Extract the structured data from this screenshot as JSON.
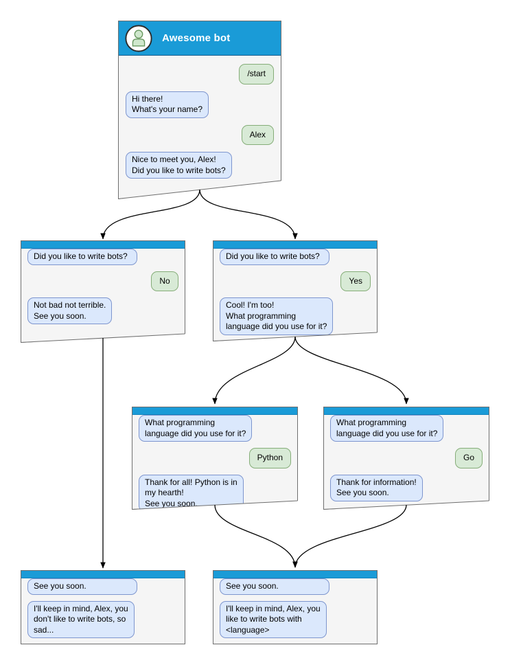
{
  "colors": {
    "header_blue": "#1a9bd7",
    "window_bg": "#f5f5f5",
    "window_border": "#6e6e6e",
    "bot_bg": "#dbe8fc",
    "bot_border": "#7d95ce",
    "user_bg": "#d8ead6",
    "user_border": "#85ad78",
    "arrow": "#000000"
  },
  "main_window": {
    "title": "Awesome bot",
    "avatar_icon": "person-icon",
    "messages": [
      {
        "from": "user",
        "text": "/start"
      },
      {
        "from": "bot",
        "text": "Hi there!\nWhat's your name?"
      },
      {
        "from": "user",
        "text": "Alex"
      },
      {
        "from": "bot",
        "text": "Nice to meet you, Alex!\nDid you like to write bots?"
      }
    ]
  },
  "branch_no": {
    "messages": [
      {
        "from": "bot",
        "echo": true,
        "text": "Did you like to write bots?"
      },
      {
        "from": "user",
        "text": "No"
      },
      {
        "from": "bot",
        "text": "Not bad not terrible.\nSee you soon."
      }
    ]
  },
  "branch_yes": {
    "messages": [
      {
        "from": "bot",
        "echo": true,
        "text": "Did you like to write bots?"
      },
      {
        "from": "user",
        "text": "Yes"
      },
      {
        "from": "bot",
        "text": "Cool! I'm too!\nWhat programming\nlanguage did you use for it?"
      }
    ]
  },
  "branch_python": {
    "messages": [
      {
        "from": "bot",
        "echo": true,
        "text": "What programming\nlanguage did you use for it?"
      },
      {
        "from": "user",
        "text": "Python"
      },
      {
        "from": "bot",
        "text": "Thank for all! Python is in\nmy hearth!\nSee you soon."
      }
    ]
  },
  "branch_go": {
    "messages": [
      {
        "from": "bot",
        "echo": true,
        "text": "What programming\nlanguage did you use for it?"
      },
      {
        "from": "user",
        "text": "Go"
      },
      {
        "from": "bot",
        "text": "Thank for information!\nSee you soon."
      }
    ]
  },
  "end_no": {
    "messages": [
      {
        "from": "bot",
        "echo": true,
        "text": "See you soon."
      },
      {
        "from": "bot",
        "text": "I'll keep in mind, Alex, you\ndon't like to write bots, so\nsad..."
      }
    ]
  },
  "end_yes": {
    "messages": [
      {
        "from": "bot",
        "echo": true,
        "text": "See you soon."
      },
      {
        "from": "bot",
        "text": "I'll keep in mind, Alex, you\nlike to write bots with\n<language>"
      }
    ]
  }
}
